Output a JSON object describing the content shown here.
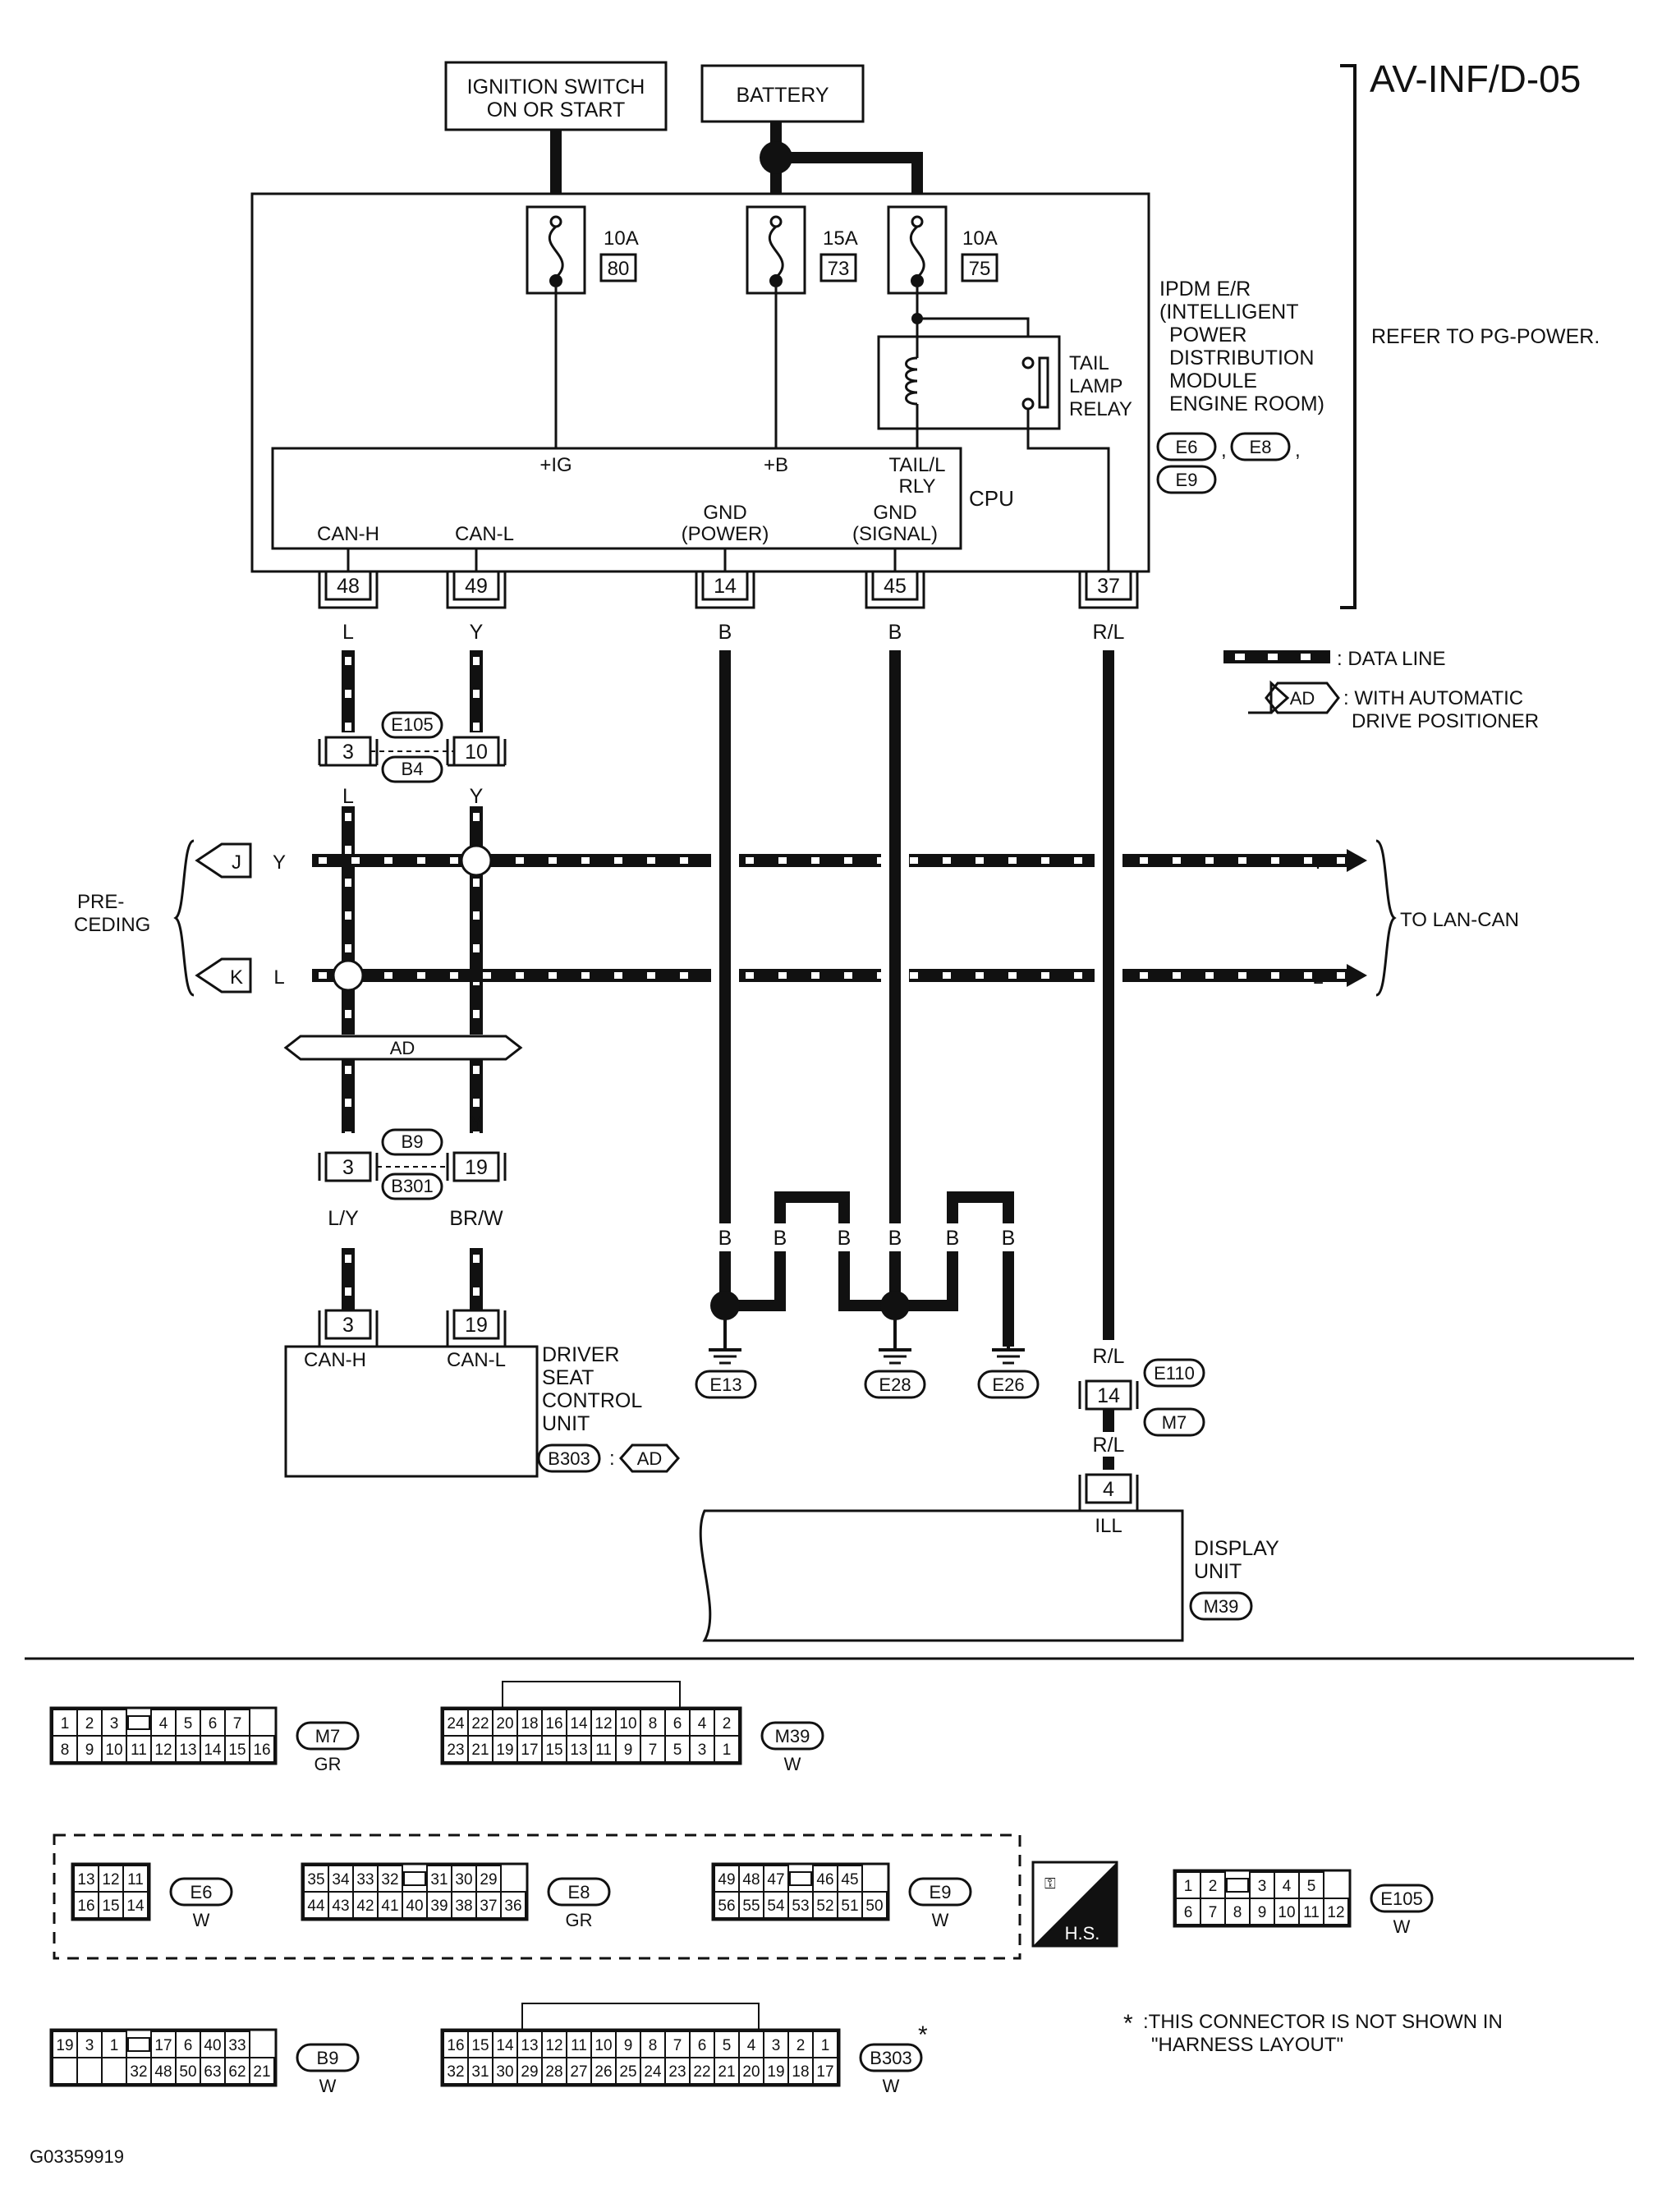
{
  "page_code": "AV-INF/D-05",
  "figure_id": "G03359919",
  "power_sources": {
    "ignition": [
      "IGNITION SWITCH",
      "ON OR START"
    ],
    "battery": "BATTERY"
  },
  "fuses": [
    {
      "amps": "10A",
      "number": "80"
    },
    {
      "amps": "15A",
      "number": "73"
    },
    {
      "amps": "10A",
      "number": "75"
    }
  ],
  "ipdm": {
    "title_lines": [
      "IPDM E/R",
      "(INTELLIGENT",
      "POWER",
      "DISTRIBUTION",
      "MODULE",
      "ENGINE ROOM)"
    ],
    "connectors": [
      "E6",
      "E8",
      "E9"
    ],
    "relay_lines": [
      "TAIL",
      "LAMP",
      "RELAY"
    ],
    "cpu": "CPU",
    "terminals": {
      "ig": "+IG",
      "b": "+B",
      "tail_l": [
        "TAIL/L",
        "RLY"
      ],
      "can_h": "CAN-H",
      "can_l": "CAN-L",
      "gnd_power": [
        "GND",
        "(POWER)"
      ],
      "gnd_signal": [
        "GND",
        "(SIGNAL)"
      ]
    },
    "pins": [
      "48",
      "49",
      "14",
      "45",
      "37"
    ]
  },
  "refer_note": "REFER TO PG-POWER.",
  "legend": {
    "data_line": ": DATA LINE",
    "ad_symbol": "AD",
    "ad_text": [
      ": WITH AUTOMATIC",
      "DRIVE POSITIONER"
    ]
  },
  "wires": {
    "can_h_upper": "L",
    "can_l_upper": "Y",
    "gnd_power": "B",
    "gnd_signal": "B",
    "ill": "R/L",
    "can_h_mid": "L",
    "can_l_mid": "Y",
    "can_h_low": "L",
    "can_l_low": "Y",
    "can_h_bottom": "L/Y",
    "can_l_bottom": "BR/W",
    "ground_b": [
      "B",
      "B",
      "B",
      "B",
      "B",
      "B"
    ],
    "ill_mid": "R/L",
    "ill_low": "R/L",
    "bus_y_left": "Y",
    "bus_l_left": "L",
    "bus_y_right": "Y",
    "bus_l_right": "L"
  },
  "inline_connectors": {
    "first": {
      "pins": [
        "3",
        "10"
      ],
      "ids": [
        "E105",
        "B4"
      ]
    },
    "second": {
      "pins": [
        "3",
        "19"
      ],
      "ids": [
        "B9",
        "B301"
      ]
    },
    "ill": {
      "pin": "14",
      "ids": [
        "E110",
        "M7"
      ]
    }
  },
  "preceding": {
    "label": [
      "PRE-",
      "CEDING"
    ],
    "flags": [
      "J",
      "K"
    ]
  },
  "to_lan_can": "TO LAN-CAN",
  "ad_bar": "AD",
  "driver_seat": {
    "pins": [
      "3",
      "19"
    ],
    "terminals": [
      "CAN-H",
      "CAN-L"
    ],
    "title_lines": [
      "DRIVER",
      "SEAT",
      "CONTROL",
      "UNIT"
    ],
    "connector": "B303",
    "ad": "AD"
  },
  "grounds": [
    "E13",
    "E28",
    "E26"
  ],
  "display": {
    "pin": "4",
    "terminal": "ILL",
    "title_lines": [
      "DISPLAY",
      "UNIT"
    ],
    "connector": "M39"
  },
  "connector_faces": [
    {
      "id": "M7",
      "color": "GR",
      "rows": [
        [
          "1",
          "2",
          "3",
          "",
          "4",
          "5",
          "6",
          "7"
        ],
        [
          "8",
          "9",
          "10",
          "11",
          "12",
          "13",
          "14",
          "15",
          "16"
        ]
      ]
    },
    {
      "id": "M39",
      "color": "W",
      "rows": [
        [
          "24",
          "22",
          "20",
          "18",
          "16",
          "14",
          "12",
          "10",
          "8",
          "6",
          "4",
          "2"
        ],
        [
          "23",
          "21",
          "19",
          "17",
          "15",
          "13",
          "11",
          "9",
          "7",
          "5",
          "3",
          "1"
        ]
      ]
    },
    {
      "id": "E6",
      "color": "W",
      "rows": [
        [
          "13",
          "12",
          "11"
        ],
        [
          "16",
          "15",
          "14"
        ]
      ]
    },
    {
      "id": "E8",
      "color": "GR",
      "rows": [
        [
          "35",
          "34",
          "33",
          "32",
          "",
          "31",
          "30",
          "29"
        ],
        [
          "44",
          "43",
          "42",
          "41",
          "40",
          "39",
          "38",
          "37",
          "36"
        ]
      ]
    },
    {
      "id": "E9",
      "color": "W",
      "rows": [
        [
          "49",
          "48",
          "47",
          "",
          "46",
          "45"
        ],
        [
          "56",
          "55",
          "54",
          "53",
          "52",
          "51",
          "50"
        ]
      ]
    },
    {
      "id": "E105",
      "color": "W",
      "rows": [
        [
          "1",
          "2",
          "",
          "3",
          "4",
          "5"
        ],
        [
          "6",
          "7",
          "8",
          "9",
          "10",
          "11",
          "12"
        ]
      ]
    },
    {
      "id": "B9",
      "color": "W",
      "rows": [
        [
          "19",
          "3",
          "1",
          "",
          "17",
          "6",
          "40",
          "33"
        ],
        [
          "",
          "",
          "",
          "32",
          "48",
          "50",
          "63",
          "62",
          "21"
        ]
      ]
    },
    {
      "id": "B303",
      "color": "W",
      "rows": [
        [
          "16",
          "15",
          "14",
          "13",
          "12",
          "11",
          "10",
          "9",
          "8",
          "7",
          "6",
          "5",
          "4",
          "3",
          "2",
          "1"
        ],
        [
          "32",
          "31",
          "30",
          "29",
          "28",
          "27",
          "26",
          "25",
          "24",
          "23",
          "22",
          "21",
          "20",
          "19",
          "18",
          "17"
        ]
      ]
    }
  ],
  "hs_badge": "H.S.",
  "asterisk_note": {
    "mark": "*",
    "lines": [
      ":THIS CONNECTOR IS NOT SHOWN IN",
      "\"HARNESS LAYOUT\""
    ]
  }
}
